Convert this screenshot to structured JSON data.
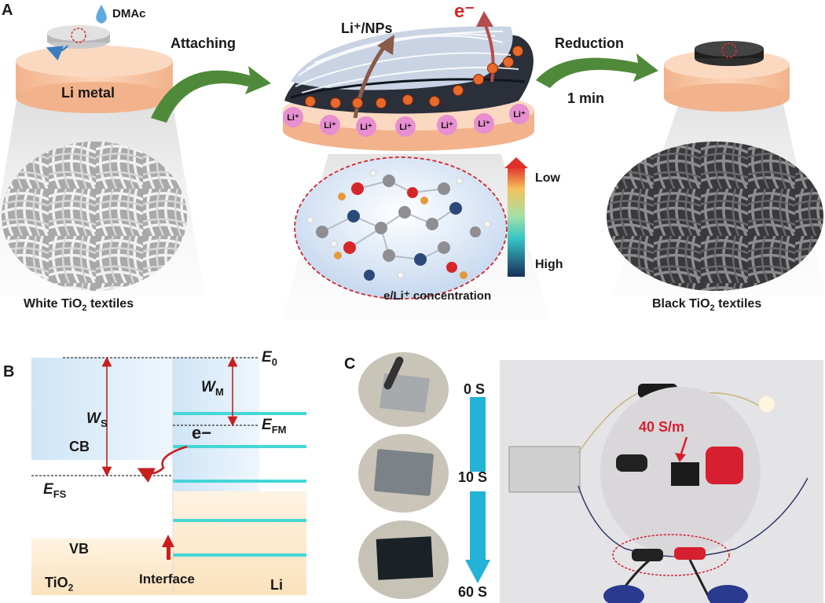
{
  "panelA": {
    "letter": "A",
    "dmac": "DMAc",
    "li_metal": "Li metal",
    "attaching": "Attaching",
    "reduction": "Reduction",
    "one_min": "1 min",
    "li_nps": "Li⁺/NPs",
    "electron": "e⁻",
    "li_ion": "Li⁺",
    "low": "Low",
    "high": "High",
    "concentration": "e/Li⁺ concentration",
    "white_caption_pre": "White TiO",
    "white_caption_sub": "2",
    "white_caption_post": " textiles",
    "black_caption_pre": "Black TiO",
    "black_caption_sub": "2",
    "black_caption_post": " textiles",
    "colors": {
      "lithium": "#f3c29f",
      "arrow": "#4f8a3a",
      "accent": "#d7262a",
      "ion": "#e78fd0"
    }
  },
  "panelB": {
    "letter": "B",
    "ws_main": "W",
    "ws_sub": "S",
    "wm_main": "W",
    "wm_sub": "M",
    "e0_main": "E",
    "e0_sub": "0",
    "efm_main": "E",
    "efm_sub": "FM",
    "efs_main": "E",
    "efs_sub": "FS",
    "cb": "CB",
    "vb": "VB",
    "electron": "e−",
    "tio2_main": "TiO",
    "tio2_sub": "2",
    "interface": "Interface",
    "li": "Li",
    "colors": {
      "cb": "#cfe5f7",
      "vb": "#fbe2bd",
      "cyan": "#45d6d6",
      "red": "#c81e1e"
    }
  },
  "panelC": {
    "letter": "C",
    "time1": "0 S",
    "time2": "10 S",
    "time3": "60 S",
    "conductivity": "40 S/m",
    "colors": {
      "time_arrow": "#22b3d6",
      "clip": "#d62030"
    }
  }
}
